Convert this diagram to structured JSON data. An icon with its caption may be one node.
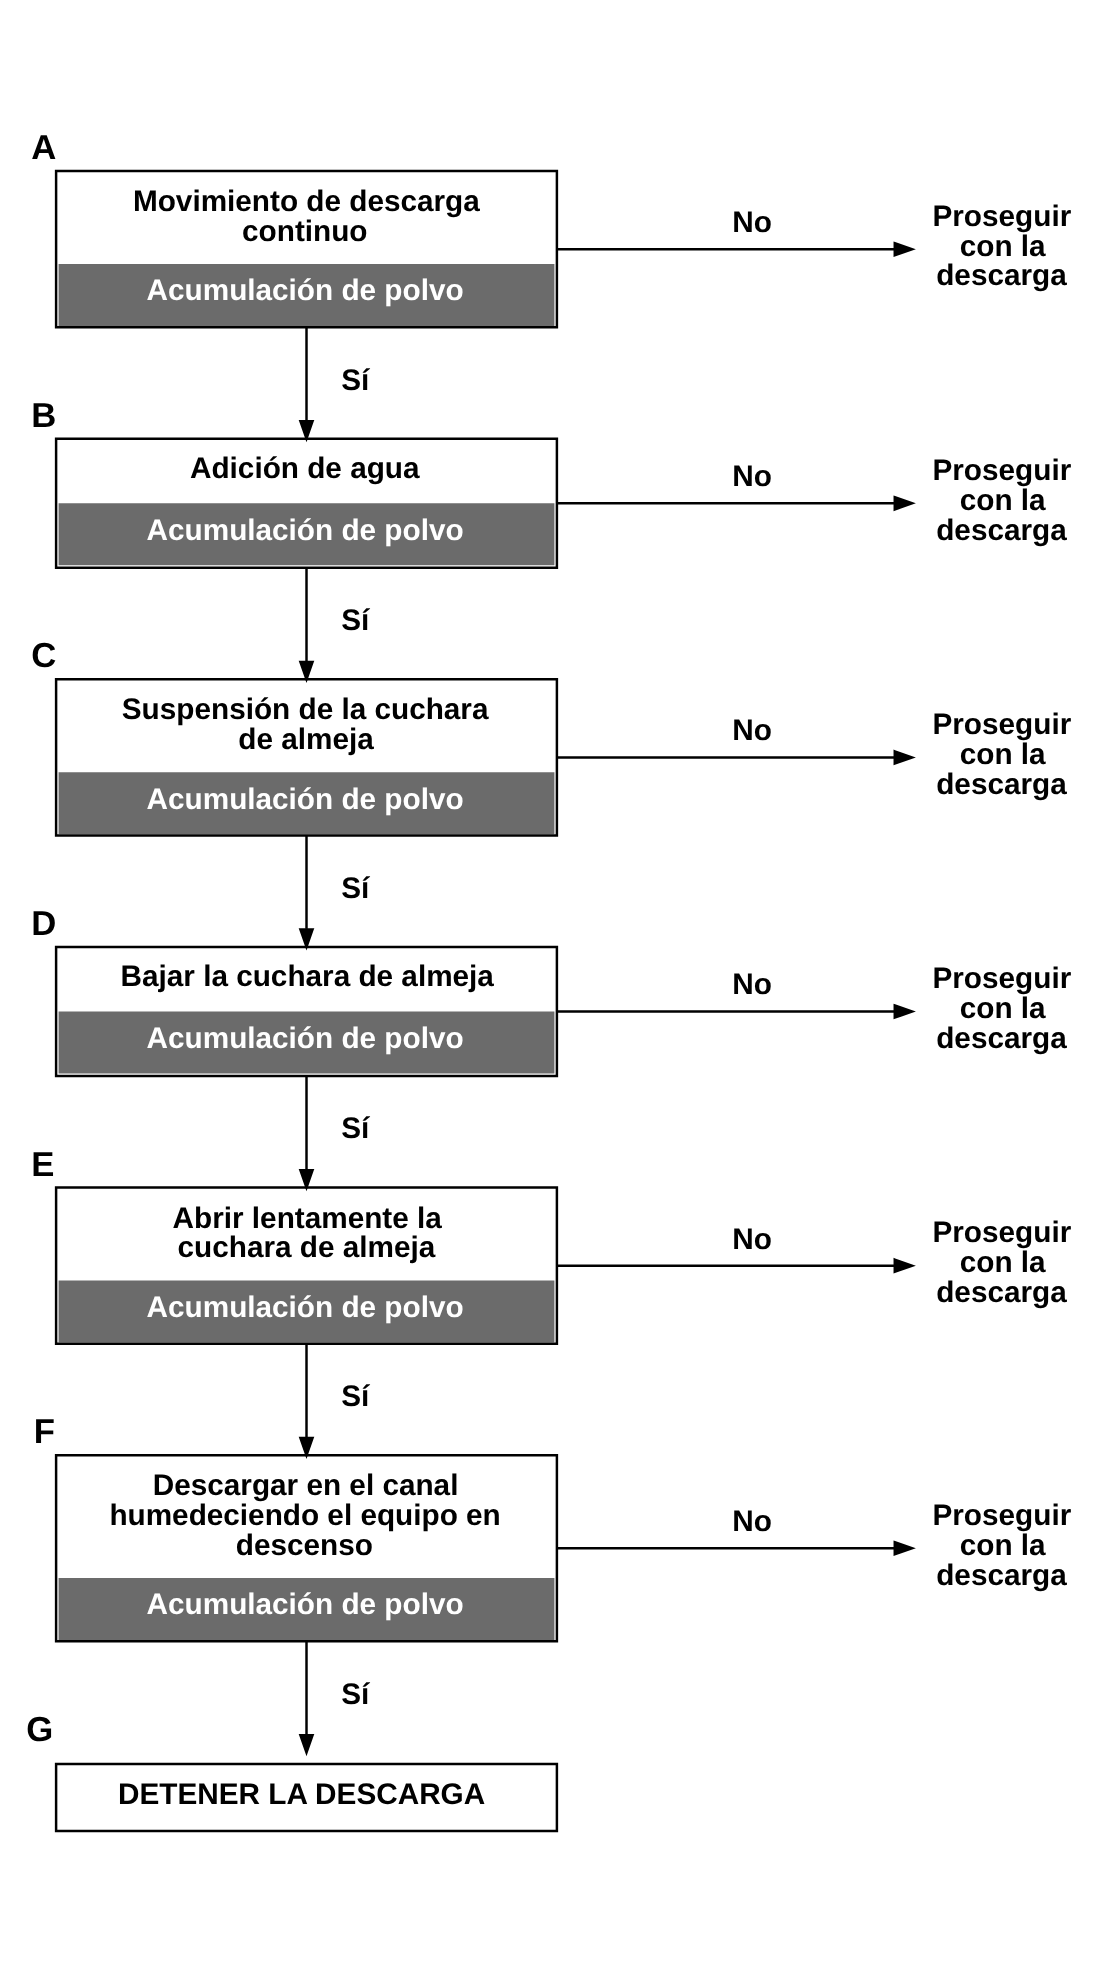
{
  "diagram": {
    "nodes": [
      {
        "text": [
          "Movimiento de descarga continuo",
          "Acumulación de polvo"
        ],
        "beside": [
          "A"
        ]
      },
      {
        "text": [
          "Proseguir con la descarga"
        ]
      },
      {
        "text": [
          "Adición de agua",
          "Acumulación de polvo"
        ],
        "beside": [
          "B"
        ]
      },
      {
        "text": [
          "Proseguir con la descarga"
        ]
      },
      {
        "text": [
          "Suspensión de la cuchara de almeja",
          "Acumulación de polvo"
        ],
        "beside": [
          "C"
        ]
      },
      {
        "text": [
          "Proseguir con la descarga"
        ]
      },
      {
        "text": [
          "Bajar la cuchara de almeja",
          "Acumulación de polvo"
        ],
        "beside": [
          "D"
        ]
      },
      {
        "text": [
          "Proseguir con la descarga"
        ]
      },
      {
        "text": [
          "Abrir lentamente la cuchara de almeja",
          "Acumulación de polvo"
        ],
        "beside": [
          "E"
        ]
      },
      {
        "text": [
          "Proseguir con la descarga"
        ]
      },
      {
        "text": [
          "Descargar en el canal humedeciendo el equipo en descenso",
          "Acumulación de polvo"
        ],
        "beside": [
          "F"
        ]
      },
      {
        "text": [
          "Proseguir con la descarga"
        ]
      },
      {
        "text": [
          "DETENER LA DESCARGA"
        ],
        "beside": [
          "G"
        ]
      }
    ],
    "edges": [
      {
        "from": 0,
        "to": 1,
        "arrow": "to",
        "label": "No"
      },
      {
        "from": 0,
        "to": 2,
        "arrow": "to",
        "label": "Sí"
      },
      {
        "from": 2,
        "to": 3,
        "arrow": "to",
        "label": "No"
      },
      {
        "from": 2,
        "to": 4,
        "arrow": "to",
        "label": "Sí"
      },
      {
        "from": 4,
        "to": 5,
        "arrow": "to",
        "label": "No"
      },
      {
        "from": 4,
        "to": 6,
        "arrow": "to",
        "label": "Sí"
      },
      {
        "from": 6,
        "to": 7,
        "arrow": "to",
        "label": "No"
      },
      {
        "from": 6,
        "to": 8,
        "arrow": "to",
        "label": "Sí"
      },
      {
        "from": 8,
        "to": 9,
        "arrow": "to",
        "label": "No"
      },
      {
        "from": 8,
        "to": 10,
        "arrow": "to",
        "label": "Sí"
      },
      {
        "from": 10,
        "to": 11,
        "arrow": "to",
        "label": "No"
      },
      {
        "from": 10,
        "to": 12,
        "arrow": "to",
        "label": "Sí"
      }
    ]
  }
}
